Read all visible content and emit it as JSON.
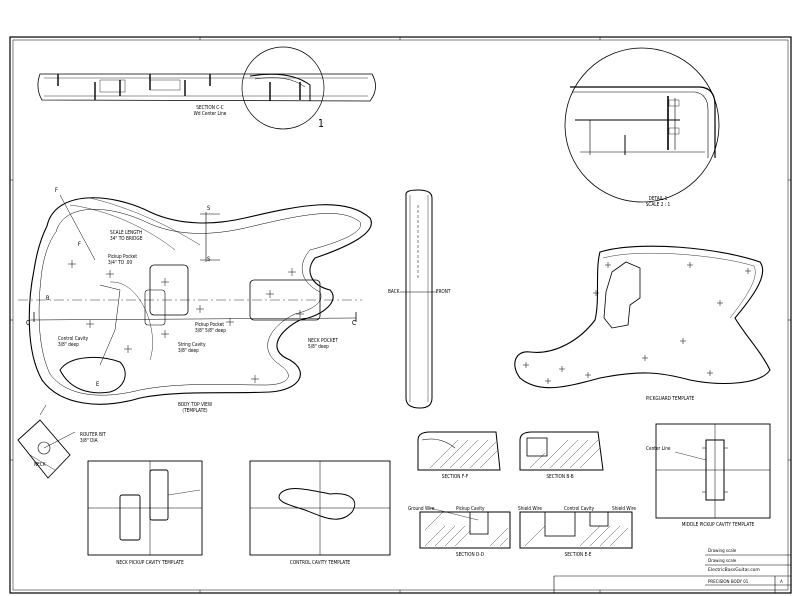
{
  "zone_letters": {
    "left": "C",
    "right": "C"
  },
  "section_marks": {
    "f_top": "F",
    "f_bottom": "F",
    "s_top": "S",
    "s_bottom": "S",
    "b": "B",
    "e": "E"
  },
  "labels": {
    "section_cl": "SECTION C-C",
    "section_cl_sub": "Wd Center Line",
    "detail_number": "1",
    "detail_title": "DETAIL 1",
    "detail_scale": "SCALE 2 : 1",
    "scale_length": "SCALE LENGTH",
    "bridge": "34\" TO BRIDGE",
    "pickup_pocket": "Pickup Pocket",
    "pickup_pocket_dim": "3/4\" TO .00",
    "neck_pocket": "Pickup Pocket",
    "neck_pocket_sub": "3/8\" 5/8\" deep",
    "string_cavity": "String Cavity",
    "string_cavity_sub": "3/8\" deep",
    "neck_pocket2": "NECK POCKET",
    "neck_pocket2_sub": "5/8\" deep",
    "body_label": "BODY TOP VIEW",
    "body_label_sub": "(TEMPLATE)",
    "pickguard": "PICKGUARD TEMPLATE",
    "bottom_side": "BACK",
    "top_side": "FRONT",
    "control_cavity": "Control Cavity",
    "control_cavity_sub": "3/8\" deep",
    "router_bit": "ROUTER BIT",
    "router_bit_sub": "3/8\" DIA",
    "neck_mark": "NECK",
    "section_ff": "SECTION F-F",
    "section_bb": "SECTION B-B",
    "section_dd": "SECTION D-D",
    "section_ee": "SECTION E-E",
    "ground_wire": "Ground Wire",
    "pickup_cavity": "Pickup Cavity",
    "shield_wire": "Shield Wire",
    "control_cavity2": "Control Cavity",
    "shield_wire2": "Shield Wire",
    "middle_pickup": "MIDDLE PICKUP CAVITY TEMPLATE",
    "center_line": "Center Line",
    "neck_pickup": "NECK PICKUP CAVITY TEMPLATE",
    "control_template": "CONTROL CAVITY TEMPLATE"
  },
  "title_block": {
    "row1": "Drawing scale",
    "row2": "Drawing scale",
    "company": "ElectricBassGuitar.com",
    "drawing_no": "PRECISION BODY 01",
    "sheet": "A"
  }
}
